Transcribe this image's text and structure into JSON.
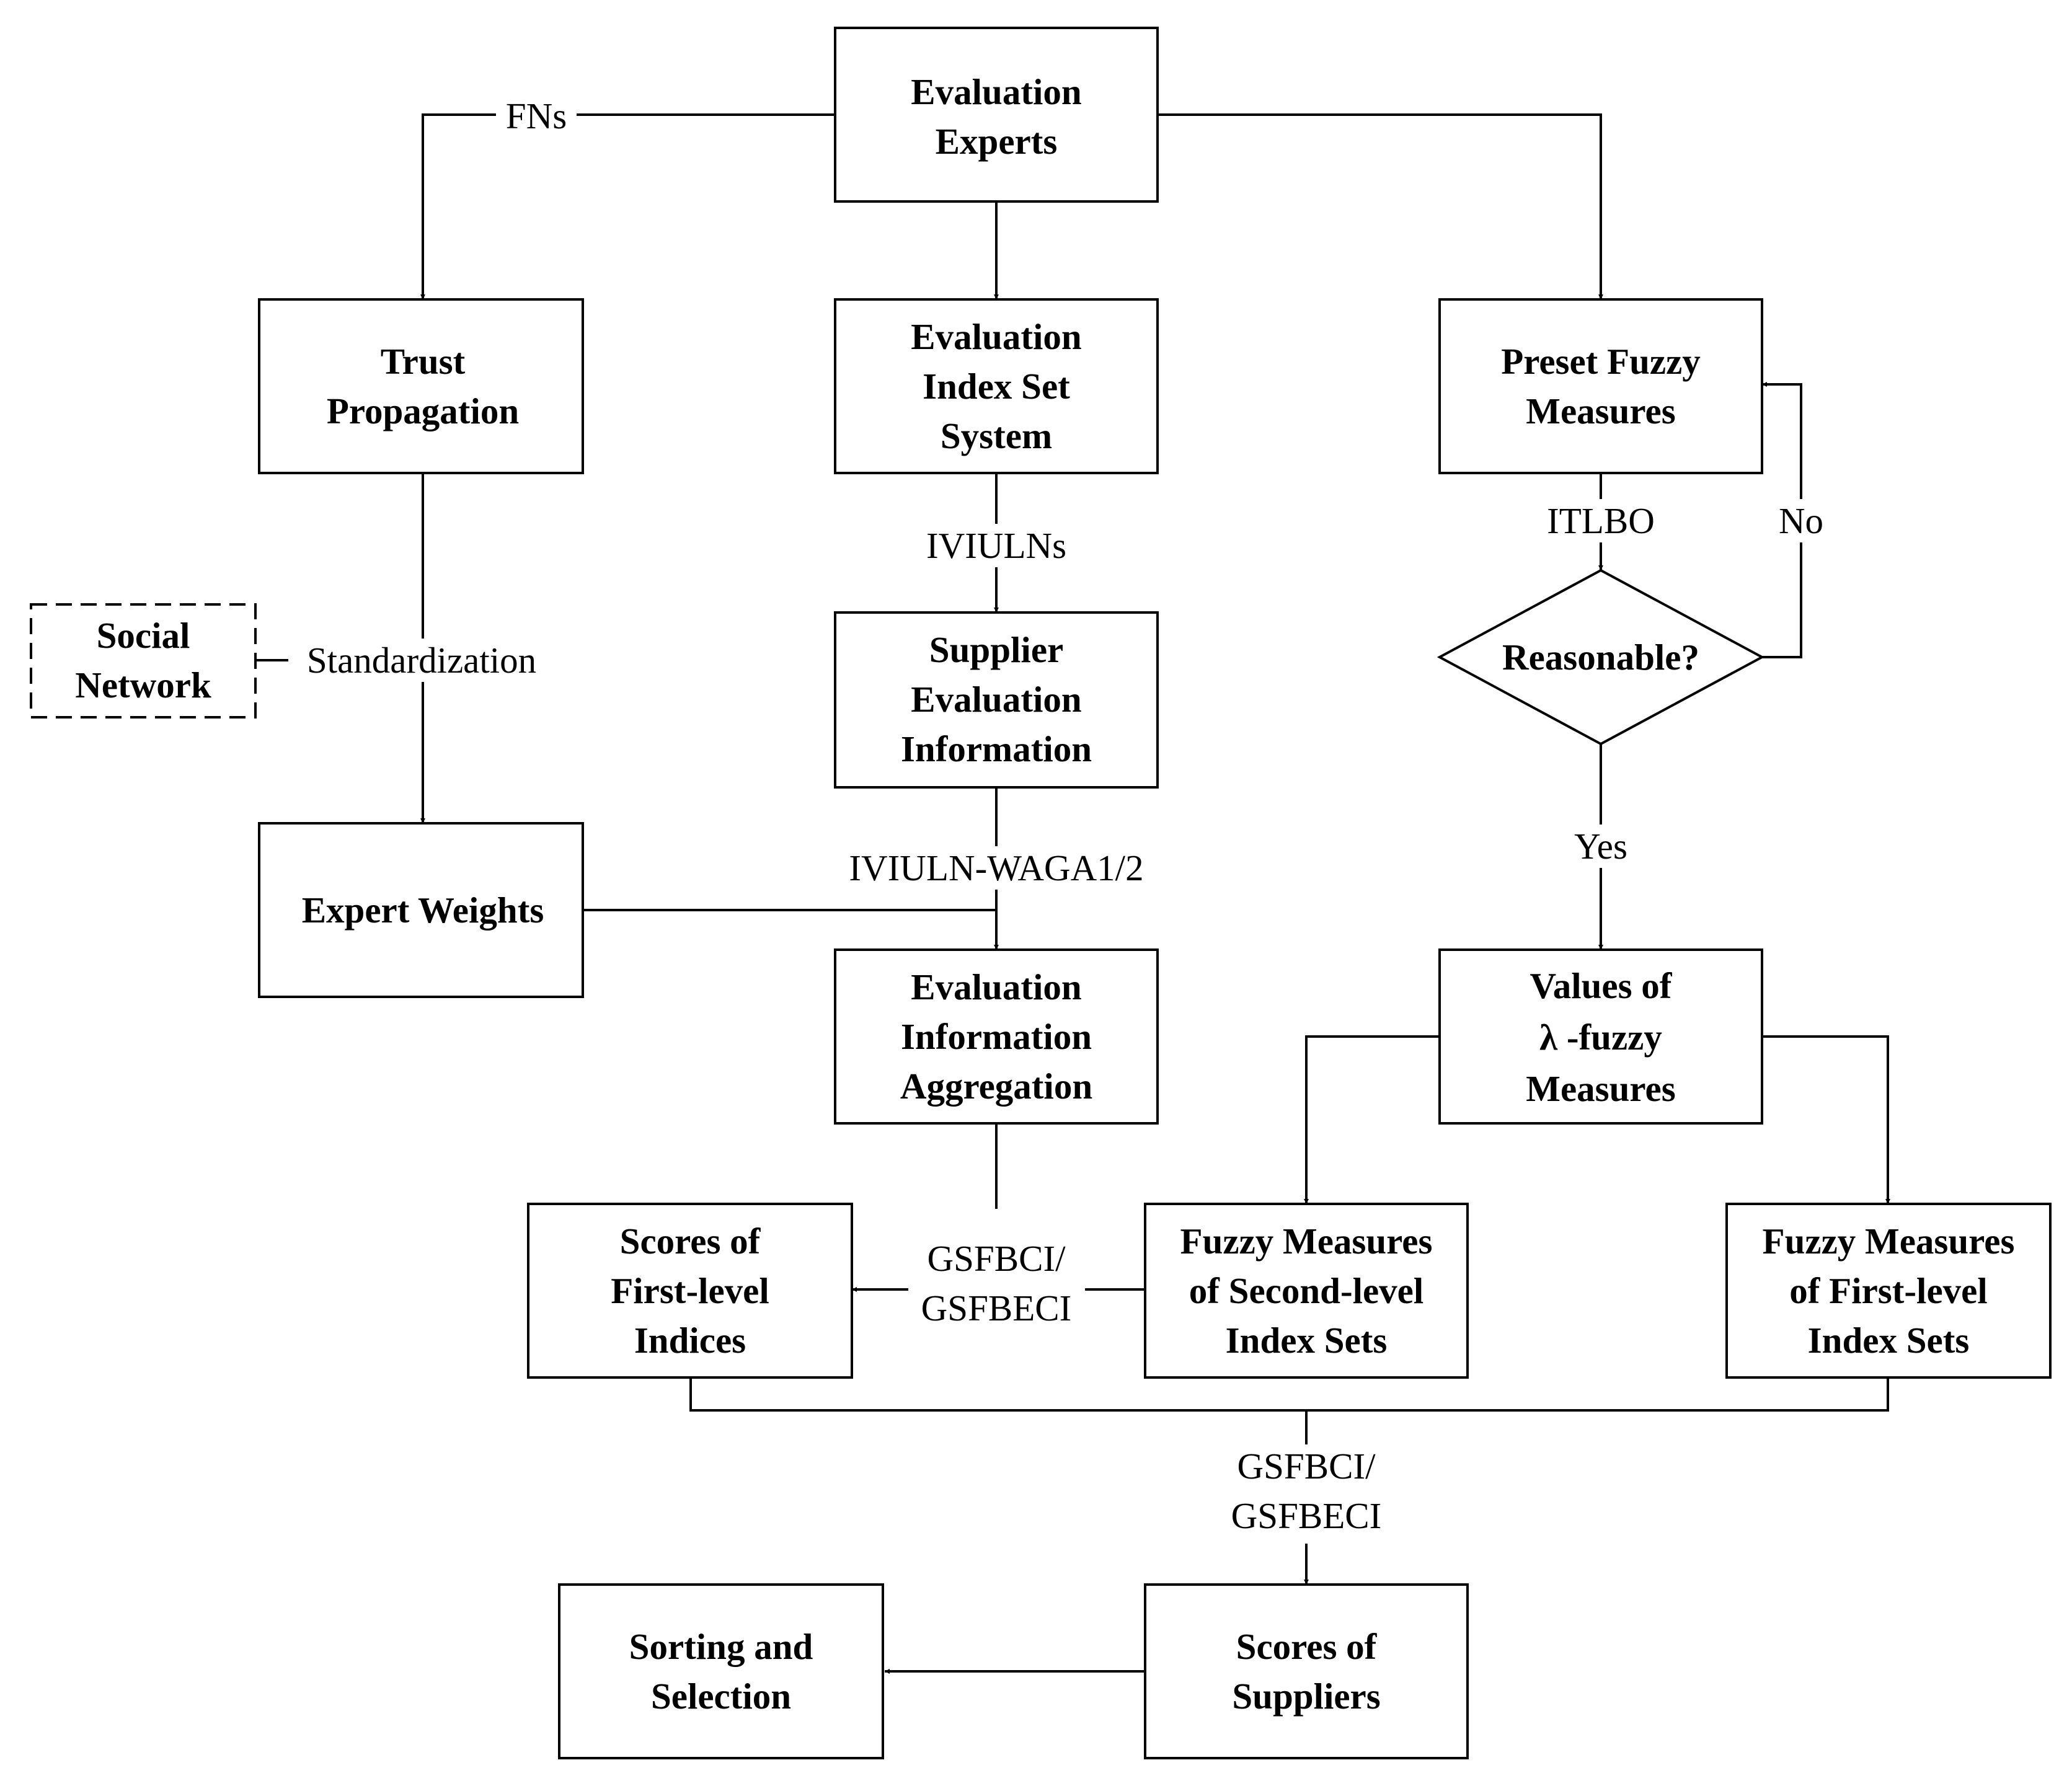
{
  "nodes": {
    "evaluation_experts": [
      "Evaluation",
      "Experts"
    ],
    "trust_propagation": [
      "Trust",
      "Propagation"
    ],
    "evaluation_index_set_system": [
      "Evaluation",
      "Index Set",
      "System"
    ],
    "preset_fuzzy_measures": [
      "Preset Fuzzy",
      "Measures"
    ],
    "social_network": [
      "Social",
      "Network"
    ],
    "supplier_evaluation_information": [
      "Supplier",
      "Evaluation",
      "Information"
    ],
    "reasonable": [
      "Reasonable?"
    ],
    "expert_weights": [
      "Expert Weights"
    ],
    "evaluation_information_aggregation": [
      "Evaluation",
      "Information",
      "Aggregation"
    ],
    "values_of_lambda_fuzzy_measures": [
      "Values of",
      "λ -fuzzy",
      "Measures"
    ],
    "scores_of_first_level_indices": [
      "Scores of",
      "First-level",
      "Indices"
    ],
    "fuzzy_measures_second_level": [
      "Fuzzy Measures",
      "of Second-level",
      "Index Sets"
    ],
    "fuzzy_measures_first_level": [
      "Fuzzy Measures",
      "of First-level",
      "Index Sets"
    ],
    "sorting_and_selection": [
      "Sorting and",
      "Selection"
    ],
    "scores_of_suppliers": [
      "Scores of",
      "Suppliers"
    ]
  },
  "edge_labels": {
    "fns": "FNs",
    "standardization": "Standardization",
    "iviulns": "IVIULNs",
    "itlbo": "ITLBO",
    "no": "No",
    "yes": "Yes",
    "iviuln_waga": "IVIULN-WAGA1/2",
    "gsfbci_middle": [
      "GSFBCI/",
      "GSFBECI"
    ],
    "gsfbci_bottom": [
      "GSFBCI/",
      "GSFBECI"
    ]
  },
  "colors": {
    "stroke": "#000000",
    "fill": "#ffffff",
    "text": "#000000"
  }
}
